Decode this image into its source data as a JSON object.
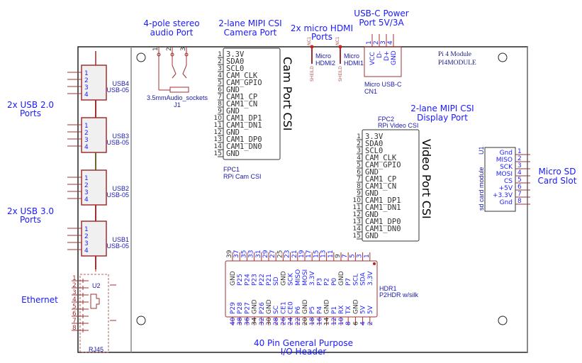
{
  "annotations": {
    "audio": [
      "4-pole stereo",
      "audio Port"
    ],
    "camera": [
      "2-lane MIPI CSI",
      "Camera Port"
    ],
    "hdmi": [
      "2x micro HDMI",
      "Ports"
    ],
    "power": [
      "USB-C Power",
      "Port 5V/3A"
    ],
    "display": [
      "2-lane MIPI CSI",
      "Display Port"
    ],
    "usb2": [
      "2x USB 2.0",
      "Ports"
    ],
    "usb3": [
      "2x USB 3.0",
      "Ports"
    ],
    "ethernet": "Ethernet",
    "sdcard": [
      "Micro SD",
      "Card Slot"
    ],
    "gpio": [
      "40 Pin General Purpose",
      "I/O Header"
    ]
  },
  "module": {
    "name": "Pi 4 Module",
    "value": "PI4MODULE"
  },
  "audio_jack": {
    "part": "3.5mmAudio_sockets",
    "ref": "J1",
    "pins": [
      "1",
      "2",
      "3"
    ]
  },
  "cam_connector": {
    "ref": "FPC1",
    "part": "RPi Cam CSI",
    "side_label": "Cam Port CSI",
    "pins": [
      "3.3V",
      "SDA0",
      "SCL0",
      "CAM_CLK",
      "CAM_GPIO",
      "GND",
      "CAM1_CP",
      "CAM1_CN",
      "GND",
      "CAM1_DP1",
      "CAM1_DN1",
      "GND",
      "CAM1_DP0",
      "CAM1_DN0",
      "GND"
    ]
  },
  "video_connector": {
    "ref": "FPC2",
    "part": "RPi Video CSI",
    "side_label": "Video Port CSI",
    "pins": [
      "3.3V",
      "SDA0",
      "SCL0",
      "CAM_CLK",
      "CAM_GPIO",
      "GND",
      "CAM1_CP",
      "CAM1_CN",
      "GND",
      "CAM1_DP1",
      "CAM1_DN1",
      "GND",
      "CAM1_DP0",
      "CAM1_DN0",
      "GND"
    ]
  },
  "hdmi": [
    {
      "label": [
        "Micro",
        "HDMI2"
      ],
      "pin": "NC1",
      "shield": "SHEILD"
    },
    {
      "label": [
        "Micro",
        "HDMI1"
      ],
      "pin": "NC1",
      "shield": "SHEILD"
    }
  ],
  "usbc": {
    "part": "Micro USB-C",
    "ref": "CN1",
    "pins": [
      "VCC",
      "D-",
      "D+",
      "GND"
    ],
    "numbers": [
      "1",
      "2",
      "3",
      "4"
    ]
  },
  "usb_ports": [
    {
      "ref": "USB4",
      "part": "USB-05",
      "pins": [
        "1",
        "2",
        "3",
        "4"
      ]
    },
    {
      "ref": "USB3",
      "part": "USB-05",
      "pins": [
        "1",
        "2",
        "3",
        "4"
      ]
    },
    {
      "ref": "USB2",
      "part": "USB-05",
      "pins": [
        "1",
        "2",
        "3",
        "4"
      ]
    },
    {
      "ref": "USB1",
      "part": "USB-05",
      "pins": [
        "1",
        "2",
        "3",
        "4"
      ]
    }
  ],
  "rj45": {
    "ref": "U2",
    "part": "RJ45",
    "pins": [
      "1",
      "2",
      "3",
      "4",
      "5",
      "6",
      "7",
      "8"
    ]
  },
  "sd_module": {
    "ref": "U1",
    "part": "sd card module",
    "pins": [
      {
        "n": "1",
        "name": "Gnd"
      },
      {
        "n": "2",
        "name": "MISO"
      },
      {
        "n": "3",
        "name": "SCK"
      },
      {
        "n": "4",
        "name": "MOSI"
      },
      {
        "n": "5",
        "name": "CS"
      },
      {
        "n": "6",
        "name": "+5V"
      },
      {
        "n": "7",
        "name": "+3.3V"
      },
      {
        "n": "8",
        "name": "Gnd"
      }
    ]
  },
  "gpio_header": {
    "ref": "HDR1",
    "part": "P2HDR w/silk",
    "top_numbers": [
      "39",
      "37",
      "35",
      "33",
      "31",
      "29",
      "27",
      "25",
      "23",
      "21",
      "19",
      "17",
      "15",
      "13",
      "11",
      "9",
      "7",
      "5",
      "3",
      "1"
    ],
    "top_names": [
      "GND",
      "P25",
      "P24",
      "P23",
      "P22",
      "P21",
      "SD",
      "GND",
      "SCK",
      "MISO",
      "MOSI",
      "3.3V",
      "P3",
      "P2",
      "P0",
      "GND",
      "P7",
      "SCL",
      "SDA",
      "3.3V"
    ],
    "bottom_numbers": [
      "40",
      "38",
      "36",
      "34",
      "32",
      "30",
      "28",
      "26",
      "24",
      "22",
      "20",
      "18",
      "16",
      "14",
      "12",
      "10",
      "8",
      "6",
      "4",
      "2"
    ],
    "bottom_names": [
      "P29",
      "P28",
      "P27",
      "GND",
      "P26",
      "GND",
      "SC",
      "CE1",
      "CE0",
      "P6",
      "GND",
      "P5",
      "P4",
      "GND",
      "P1",
      "RX",
      "TX",
      "GND",
      "5V",
      "5V"
    ]
  },
  "colors": {
    "wire": "#a03030",
    "text": "#1a1aff",
    "frame": "#222222",
    "body_fill": "#f0f0f0"
  }
}
